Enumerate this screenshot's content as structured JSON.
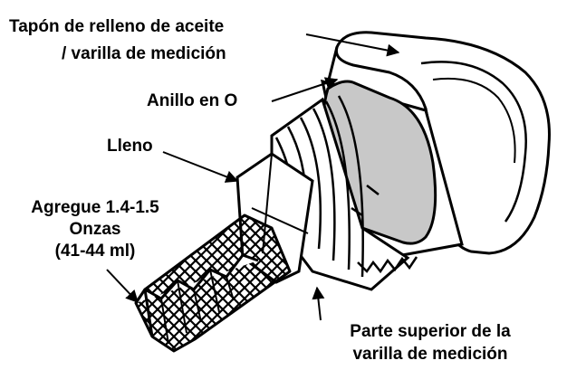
{
  "labels": {
    "fill_cap_line1": "Tapón de relleno de aceite",
    "fill_cap_line2": "/ varilla de medición",
    "o_ring": "Anillo en O",
    "full": "Lleno",
    "add_line1": "Agregue 1.4-1.5",
    "add_line2": "Onzas",
    "add_line3": "(41-44 ml)",
    "top_line1": "Parte superior de la",
    "top_line2": "varilla de medición"
  },
  "colors": {
    "ink": "#000000",
    "o_ring_fill": "#c8c8c8",
    "background": "#ffffff"
  }
}
